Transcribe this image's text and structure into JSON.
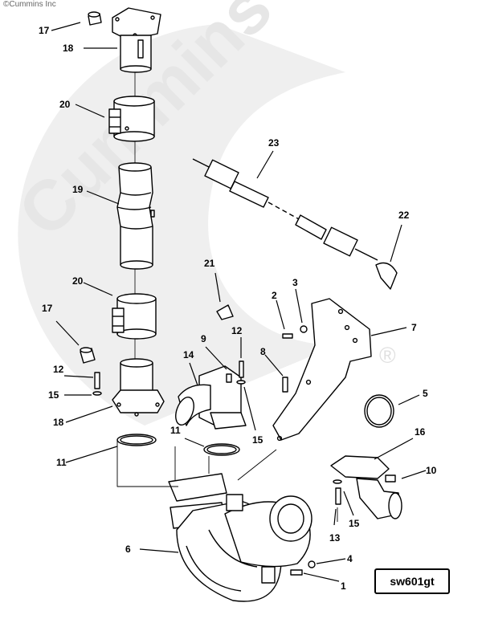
{
  "copyright": "©Cummins Inc",
  "watermark": {
    "text": "Cummins",
    "registered": "®"
  },
  "figure_id": "sw601gt",
  "callouts": [
    "17",
    "18",
    "20",
    "19",
    "20",
    "17",
    "12",
    "15",
    "18",
    "11",
    "23",
    "22",
    "21",
    "2",
    "3",
    "7",
    "9",
    "12",
    "8",
    "14",
    "15",
    "11",
    "5",
    "16",
    "10",
    "15",
    "13",
    "6",
    "4",
    "1"
  ],
  "colors": {
    "line": "#000000",
    "watermark": "#ebebeb"
  }
}
